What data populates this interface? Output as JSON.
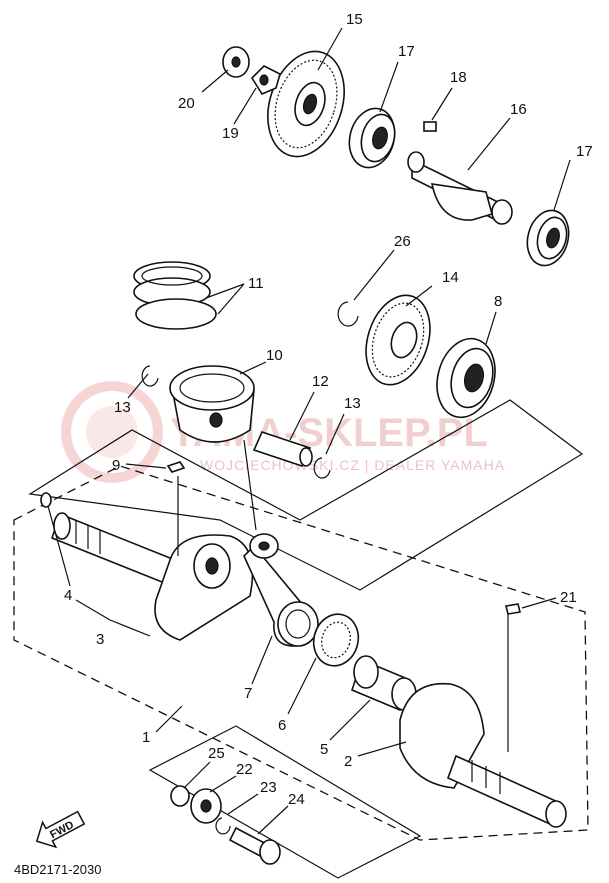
{
  "diagram": {
    "part_code": "4BD2171-2030",
    "fwd_label": "FWD",
    "watermark": {
      "title": "YAMA-SKLEP.PL",
      "subtitle": "WOJCIECHOWSKI.CZ | DEALER YAMAHA"
    },
    "callouts": [
      {
        "id": "c15",
        "text": "15"
      },
      {
        "id": "c17a",
        "text": "17"
      },
      {
        "id": "c20",
        "text": "20"
      },
      {
        "id": "c19",
        "text": "19"
      },
      {
        "id": "c18",
        "text": "18"
      },
      {
        "id": "c16",
        "text": "16"
      },
      {
        "id": "c17b",
        "text": "17"
      },
      {
        "id": "c26",
        "text": "26"
      },
      {
        "id": "c11",
        "text": "11"
      },
      {
        "id": "c14",
        "text": "14"
      },
      {
        "id": "c8",
        "text": "8"
      },
      {
        "id": "c10",
        "text": "10"
      },
      {
        "id": "c12",
        "text": "12"
      },
      {
        "id": "c13a",
        "text": "13"
      },
      {
        "id": "c13b",
        "text": "13"
      },
      {
        "id": "c9",
        "text": "9"
      },
      {
        "id": "c4",
        "text": "4"
      },
      {
        "id": "c3",
        "text": "3"
      },
      {
        "id": "c21",
        "text": "21"
      },
      {
        "id": "c7",
        "text": "7"
      },
      {
        "id": "c6",
        "text": "6"
      },
      {
        "id": "c5",
        "text": "5"
      },
      {
        "id": "c2",
        "text": "2"
      },
      {
        "id": "c1",
        "text": "1"
      },
      {
        "id": "c25",
        "text": "25"
      },
      {
        "id": "c22",
        "text": "22"
      },
      {
        "id": "c23",
        "text": "23"
      },
      {
        "id": "c24",
        "text": "24"
      }
    ]
  }
}
